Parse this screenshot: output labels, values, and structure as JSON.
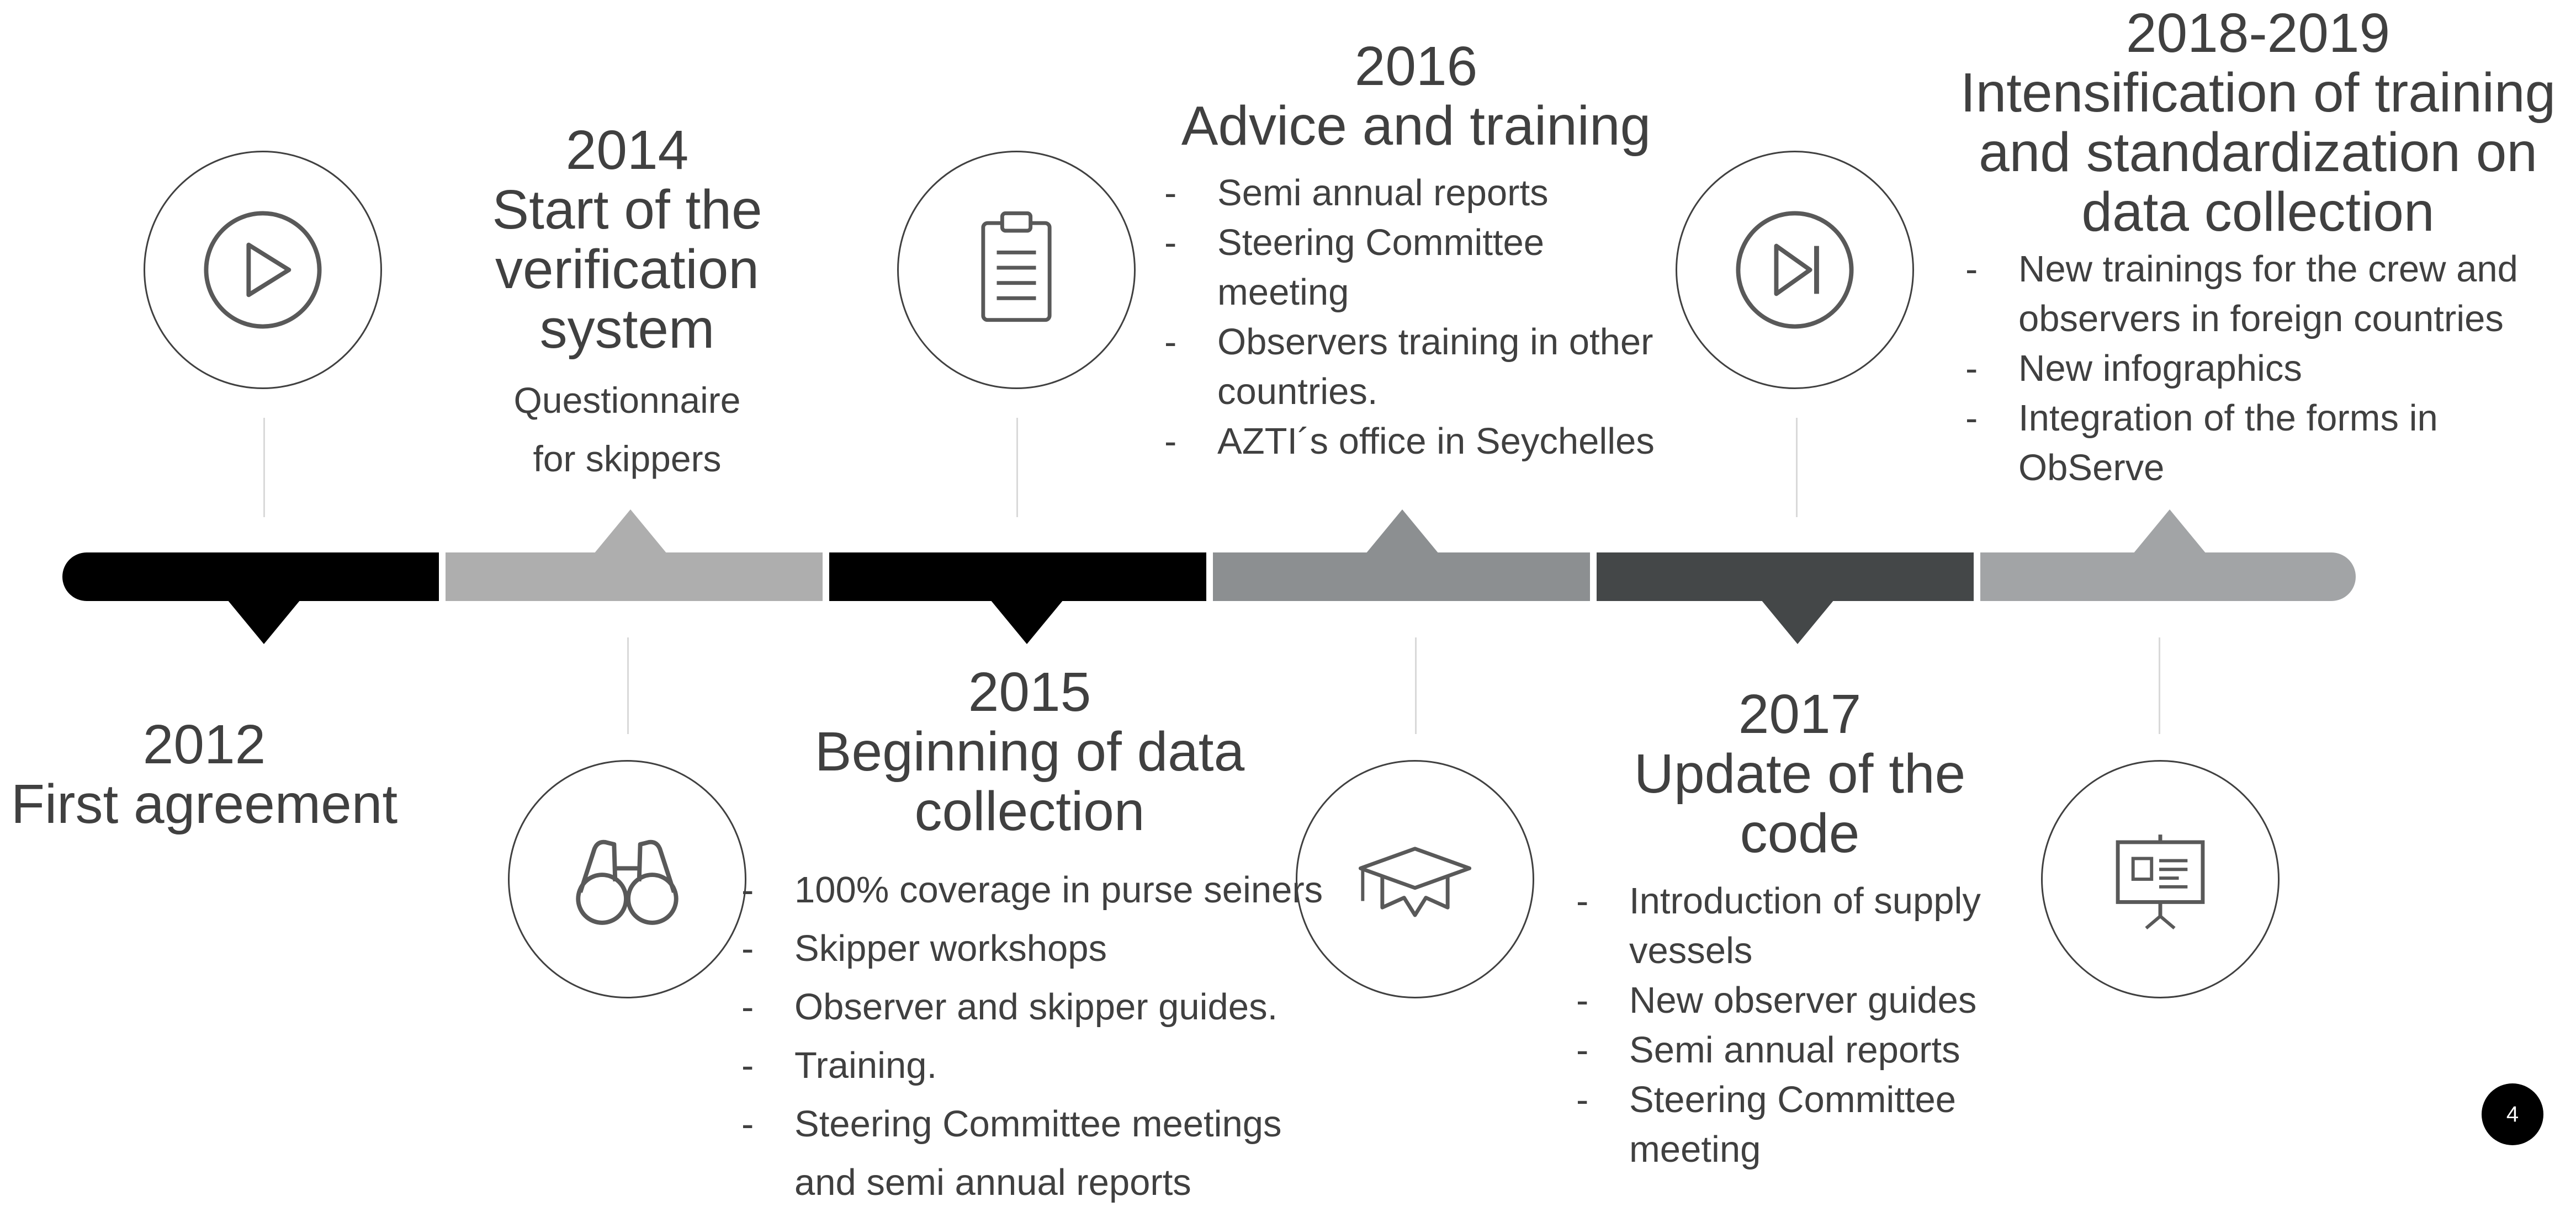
{
  "colors": {
    "segment_1": "#000000",
    "segment_2": "#aeaeae",
    "segment_3": "#000000",
    "segment_4": "#8c8f91",
    "segment_5": "#444748",
    "segment_6": "#a2a4a6",
    "circle_border": "#404040",
    "icon": "#595959",
    "connector": "#d9d9d9",
    "text": "#404040"
  },
  "milestones": [
    {
      "icon": "play-icon",
      "title_lines": [
        "2012",
        "First agreement"
      ],
      "detail_lines": [],
      "bullets": []
    },
    {
      "icon": "binoculars-icon",
      "title_lines": [
        "2014",
        "Start of the",
        "verification",
        "system"
      ],
      "detail_lines": [
        "Questionnaire",
        "for skippers"
      ],
      "bullets": []
    },
    {
      "icon": "clipboard-icon",
      "title_lines": [
        "2015",
        "Beginning of data",
        "collection"
      ],
      "detail_lines": [],
      "bullets": [
        [
          "100% coverage in purse seiners"
        ],
        [
          "Skipper workshops"
        ],
        [
          "Observer and skipper guides."
        ],
        [
          "Training."
        ],
        [
          "Steering Committee meetings",
          "and semi annual reports"
        ]
      ]
    },
    {
      "icon": "graduation-cap-icon",
      "title_lines": [
        "2016",
        "Advice and training"
      ],
      "detail_lines": [],
      "bullets": [
        [
          "Semi annual reports"
        ],
        [
          "Steering Committee",
          "meeting"
        ],
        [
          "Observers training in other",
          "countries."
        ],
        [
          "AZTI´s office in Seychelles"
        ]
      ]
    },
    {
      "icon": "skip-forward-icon",
      "title_lines": [
        "2017",
        "Update of the",
        "code"
      ],
      "detail_lines": [],
      "bullets": [
        [
          "Introduction of supply",
          "vessels"
        ],
        [
          "New observer guides"
        ],
        [
          "Semi annual reports"
        ],
        [
          "Steering Committee",
          "meeting"
        ]
      ]
    },
    {
      "icon": "presentation-board-icon",
      "title_lines": [
        "2018-2019",
        "Intensification of training",
        "and standardization on",
        "data collection"
      ],
      "detail_lines": [],
      "bullets": [
        [
          "New trainings for the crew and",
          "observers in foreign countries"
        ],
        [
          "New infographics"
        ],
        [
          "Integration of the forms in",
          "ObServe"
        ]
      ]
    }
  ],
  "page_number": "4"
}
